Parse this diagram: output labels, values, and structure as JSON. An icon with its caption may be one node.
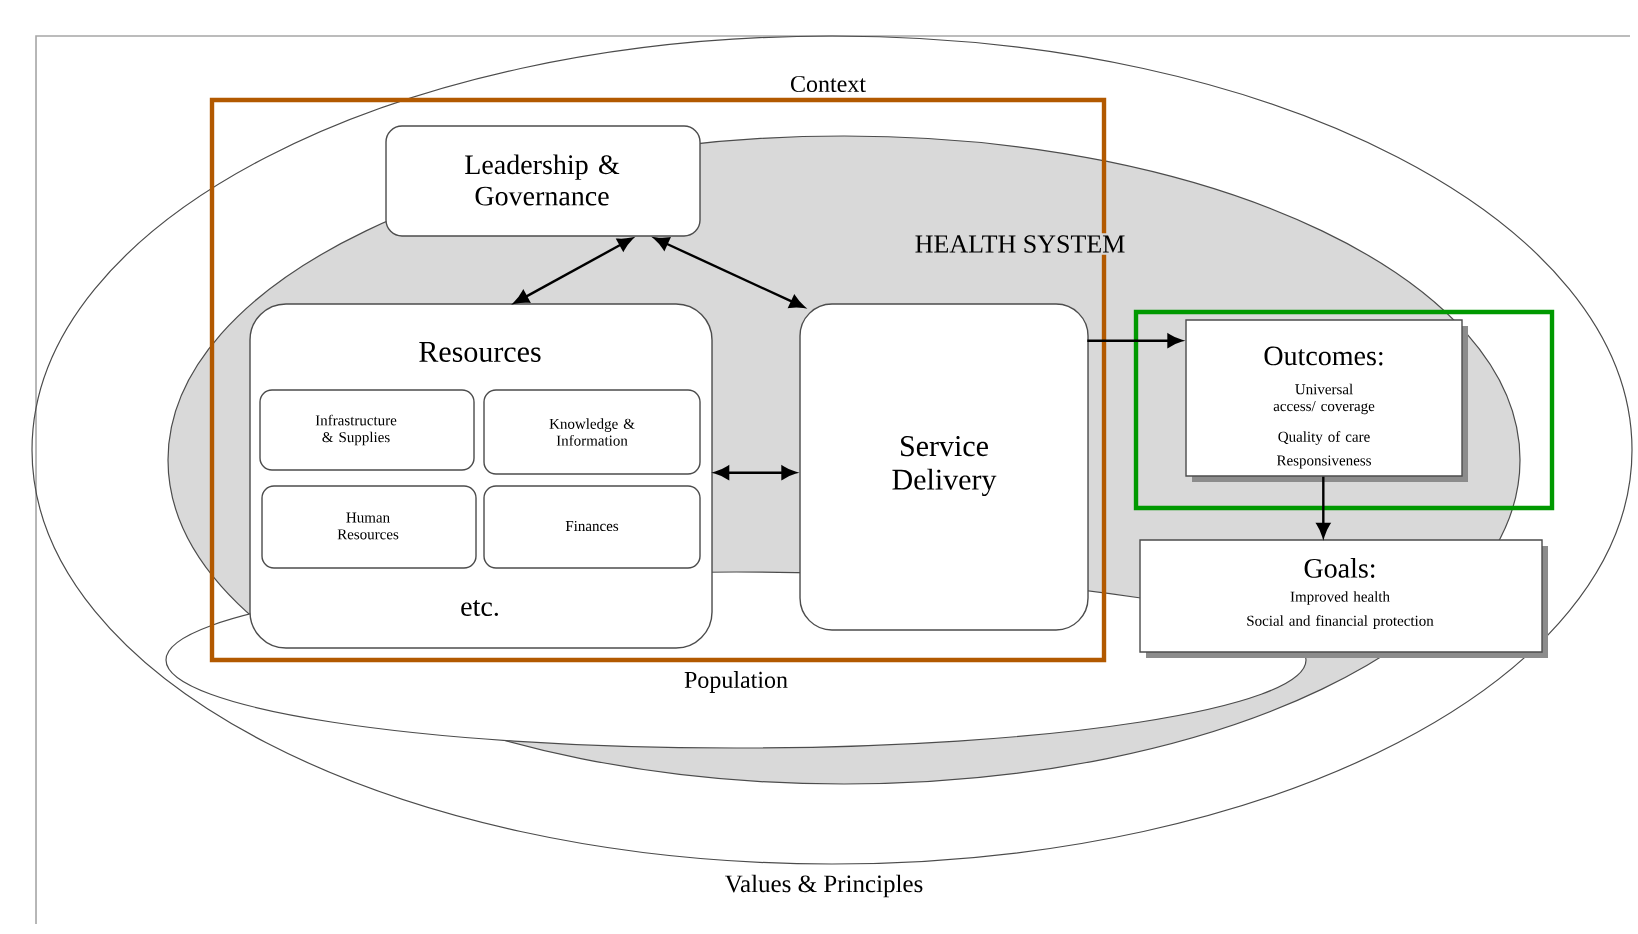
{
  "diagram": {
    "nodes": [
      {
        "text": [
          "Leadership & Governance"
        ]
      },
      {
        "text": [
          "Resources",
          "etc."
        ]
      },
      {
        "text": [
          "Infrastructure & Supplies"
        ],
        "in": 1
      },
      {
        "text": [
          "Knowledge & Information"
        ],
        "in": 1
      },
      {
        "text": [
          "Human Resources"
        ],
        "in": 1
      },
      {
        "text": [
          "Finances"
        ],
        "in": 1
      },
      {
        "text": [
          "Service Delivery"
        ]
      },
      {
        "text": [
          "Outcomes:",
          "Universal access/ coverage",
          "Quality of care",
          "Responsiveness"
        ]
      },
      {
        "text": [
          "Goals:",
          "Improved health",
          "Social and financial protection"
        ]
      }
    ],
    "edges": [
      {
        "from": 0,
        "to": 1,
        "arrow": "both"
      },
      {
        "from": 0,
        "to": 6,
        "arrow": "both"
      },
      {
        "from": 1,
        "to": 6,
        "arrow": "both"
      },
      {
        "from": 6,
        "to": 7,
        "arrow": "to"
      },
      {
        "from": 7,
        "to": 8,
        "arrow": "to"
      }
    ],
    "labels": [
      "Context",
      "HEALTH SYSTEM",
      "Population",
      "Values & Principles"
    ]
  }
}
